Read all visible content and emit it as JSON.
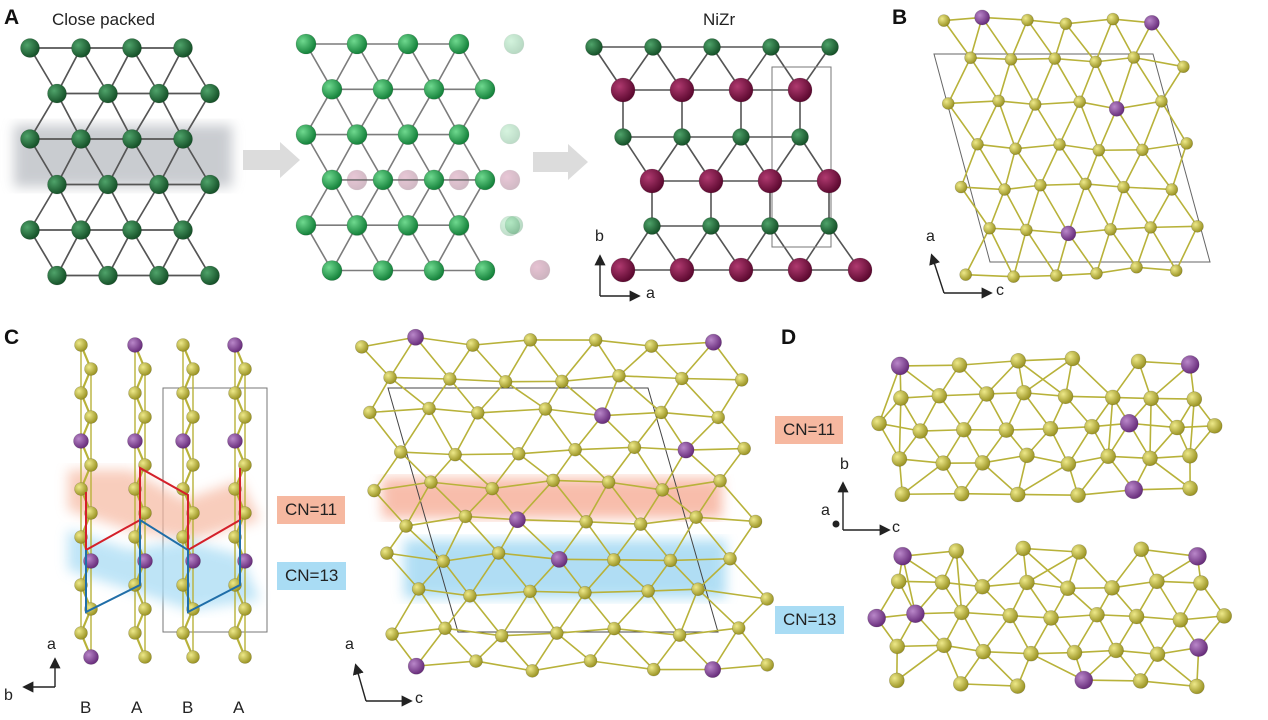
{
  "panels": {
    "A": {
      "label": "A",
      "title_close": "Close packed",
      "title_nizr": "NiZr",
      "axis_b": "b",
      "axis_a": "a"
    },
    "B": {
      "label": "B",
      "axis_a": "a",
      "axis_c": "c"
    },
    "C": {
      "label": "C",
      "cn11": "CN=11",
      "cn13": "CN=13",
      "axis_a": "a",
      "axis_b": "b",
      "axis_a2": "a",
      "axis_c2": "c",
      "stacking": [
        "B",
        "A",
        "B",
        "A"
      ]
    },
    "D": {
      "label": "D",
      "cn11": "CN=11",
      "cn13": "CN=13",
      "axis_b": "b",
      "axis_a": "a",
      "axis_c": "c"
    }
  },
  "colors": {
    "green_dark": "#1f6b35",
    "green_bright": "#23a24e",
    "maroon": "#7a1042",
    "yellow": "#c9c24a",
    "purple": "#8a4a9e",
    "cn11_band": "#f6b8a0",
    "cn13_band": "#a9dcf4",
    "red_line": "#d4202a",
    "blue_line": "#1f6ea8"
  }
}
